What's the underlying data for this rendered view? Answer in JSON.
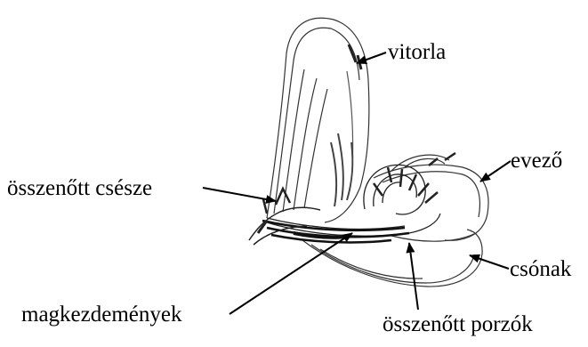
{
  "labels": {
    "vitorla": "vitorla",
    "evezo": "evező",
    "osszenott_csesze": "összenőtt csésze",
    "csonak": "csónak",
    "magkezdemenyek": "magkezdemények",
    "osszenott_porzok": "összenőtt porzók"
  }
}
